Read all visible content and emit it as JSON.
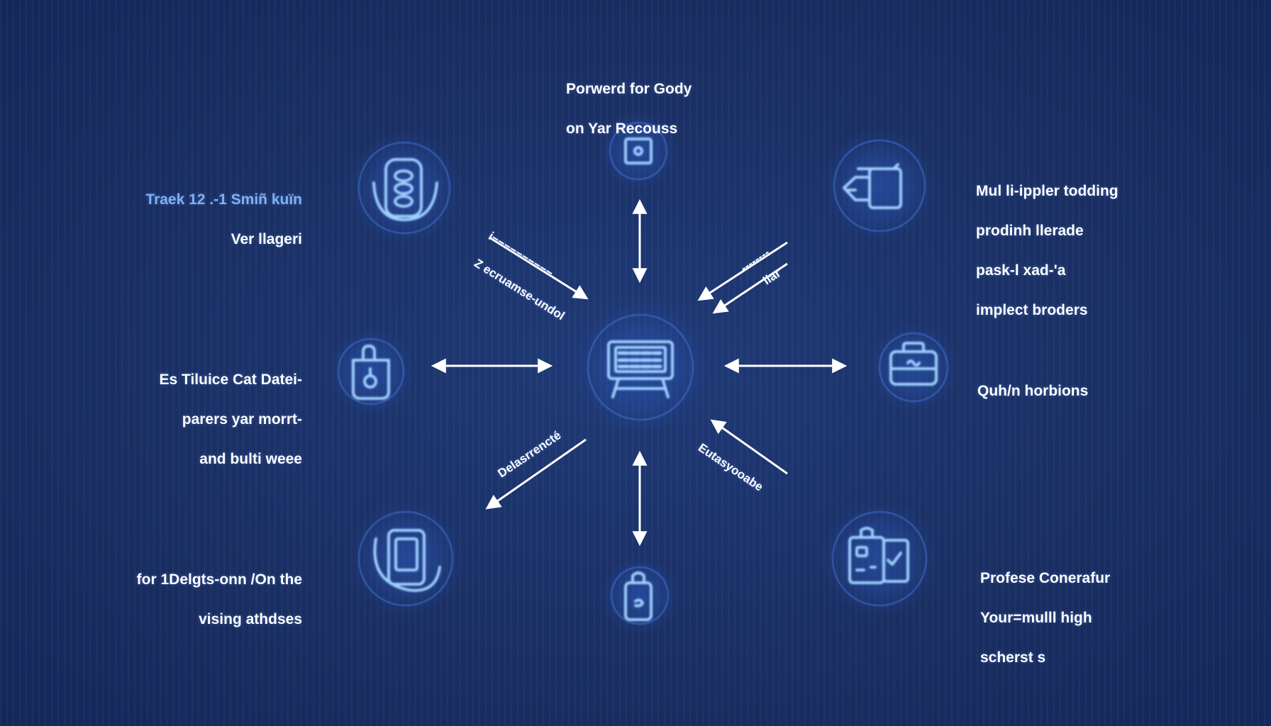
{
  "colors": {
    "background": "#1a2f63",
    "glow": "#2d5bbf",
    "icon_stroke": "#9fd0ff",
    "accent_text": "#7fb0f5",
    "text": "#ffffff"
  },
  "hub": {
    "icon": "terminal-icon"
  },
  "nodes": {
    "top": {
      "icon": "square-icon",
      "lines": [
        "Porwerd for Gody",
        "on Yar Recouss"
      ]
    },
    "top_left": {
      "icon": "stack-icon",
      "lines": [
        "Traek 12 .-1 Smiñ kuïn",
        "Ver llageri"
      ]
    },
    "top_right": {
      "icon": "layers-icon",
      "lines": [
        "Mul li-ippler todding",
        "prodinh llerade",
        "pask-l xad-'a",
        "implect broders"
      ]
    },
    "left": {
      "icon": "bag-icon",
      "lines": [
        "Es Tiluice Cat Datei-",
        "parers yar morrt-",
        "and bulti weee"
      ]
    },
    "right": {
      "icon": "briefcase-icon",
      "lines": [
        "Quh/n horbions"
      ]
    },
    "bottom_left": {
      "icon": "phone-icon",
      "lines": [
        "for 1Delgts-onn /On the",
        "vising athdses"
      ]
    },
    "bottom": {
      "icon": "tag-icon",
      "lines": []
    },
    "bottom_right": {
      "icon": "checklist-icon",
      "lines": [
        "Profese Conerafur",
        "Your=mulll high",
        "scherst s"
      ]
    }
  },
  "arrow_labels": {
    "top_left_a": "Z ecruamse-undol",
    "top_left_b": "i−−−−−−−−−−",
    "top_right_a": "‐‐‐‐‐‐‐‐",
    "top_right_b": "llar",
    "bottom_left": "Delasrrencté",
    "bottom_right": "Eutasyooabe"
  }
}
